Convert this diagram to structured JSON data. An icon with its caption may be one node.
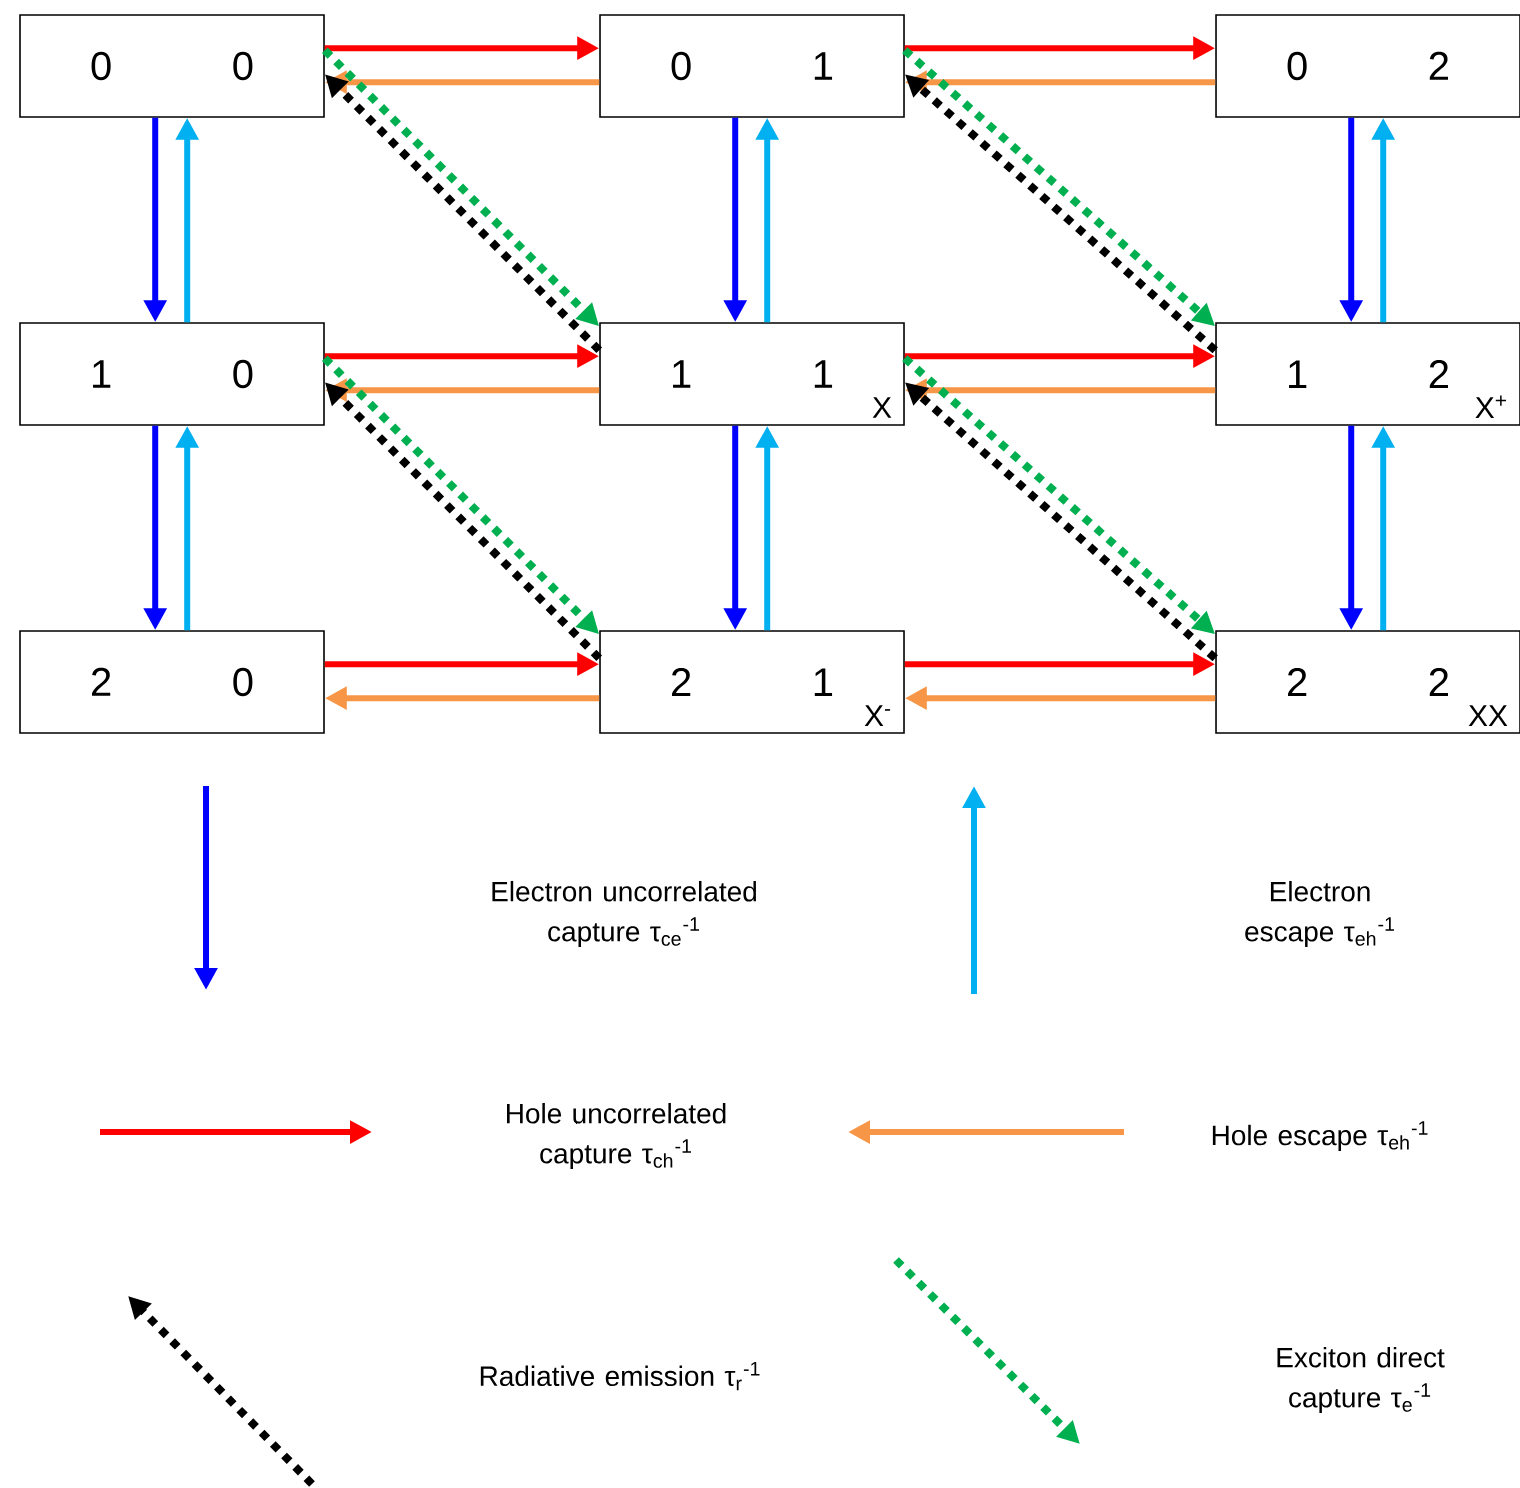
{
  "diagram": {
    "nodes": [
      {
        "text": [
          "0",
          "0"
        ]
      },
      {
        "text": [
          "0",
          "1"
        ]
      },
      {
        "text": [
          "0",
          "2"
        ]
      },
      {
        "text": [
          "1",
          "0"
        ]
      },
      {
        "text": [
          "1",
          "1",
          "X"
        ]
      },
      {
        "text": [
          "1",
          "2",
          "X$^{+}$"
        ]
      },
      {
        "text": [
          "2",
          "0"
        ]
      },
      {
        "text": [
          "2",
          "1",
          "X$^{-}$"
        ]
      },
      {
        "text": [
          "2",
          "2",
          "XX"
        ]
      }
    ],
    "edges": [
      {
        "from": 0,
        "to": 1,
        "arrow": "to",
        "color": "#ff0000"
      },
      {
        "from": 1,
        "to": 0,
        "arrow": "to",
        "color": "#f79646"
      },
      {
        "from": 1,
        "to": 2,
        "arrow": "to",
        "color": "#ff0000"
      },
      {
        "from": 2,
        "to": 1,
        "arrow": "to",
        "color": "#f79646"
      },
      {
        "from": 3,
        "to": 4,
        "arrow": "to",
        "color": "#ff0000"
      },
      {
        "from": 4,
        "to": 3,
        "arrow": "to",
        "color": "#f79646"
      },
      {
        "from": 4,
        "to": 5,
        "arrow": "to",
        "color": "#ff0000"
      },
      {
        "from": 5,
        "to": 4,
        "arrow": "to",
        "color": "#f79646"
      },
      {
        "from": 6,
        "to": 7,
        "arrow": "to",
        "color": "#ff0000"
      },
      {
        "from": 7,
        "to": 6,
        "arrow": "to",
        "color": "#f79646"
      },
      {
        "from": 7,
        "to": 8,
        "arrow": "to",
        "color": "#ff0000"
      },
      {
        "from": 8,
        "to": 7,
        "arrow": "to",
        "color": "#f79646"
      },
      {
        "from": 0,
        "to": 3,
        "arrow": "to",
        "color": "#0000ff"
      },
      {
        "from": 3,
        "to": 0,
        "arrow": "to",
        "color": "#00b0f0"
      },
      {
        "from": 3,
        "to": 6,
        "arrow": "to",
        "color": "#0000ff"
      },
      {
        "from": 6,
        "to": 3,
        "arrow": "to",
        "color": "#00b0f0"
      },
      {
        "from": 1,
        "to": 4,
        "arrow": "to",
        "color": "#0000ff"
      },
      {
        "from": 4,
        "to": 1,
        "arrow": "to",
        "color": "#00b0f0"
      },
      {
        "from": 4,
        "to": 7,
        "arrow": "to",
        "color": "#0000ff"
      },
      {
        "from": 7,
        "to": 4,
        "arrow": "to",
        "color": "#00b0f0"
      },
      {
        "from": 2,
        "to": 5,
        "arrow": "to",
        "color": "#0000ff"
      },
      {
        "from": 5,
        "to": 2,
        "arrow": "to",
        "color": "#00b0f0"
      },
      {
        "from": 5,
        "to": 8,
        "arrow": "to",
        "color": "#0000ff"
      },
      {
        "from": 8,
        "to": 5,
        "arrow": "to",
        "color": "#00b0f0"
      },
      {
        "from": 0,
        "to": 4,
        "arrow": "to",
        "style": "dashed",
        "color": "#00b050"
      },
      {
        "from": 4,
        "to": 0,
        "arrow": "to",
        "style": "dashed",
        "color": "#000000"
      },
      {
        "from": 1,
        "to": 5,
        "arrow": "to",
        "style": "dashed",
        "color": "#00b050"
      },
      {
        "from": 5,
        "to": 1,
        "arrow": "to",
        "style": "dashed",
        "color": "#000000"
      },
      {
        "from": 3,
        "to": 7,
        "arrow": "to",
        "style": "dashed",
        "color": "#00b050"
      },
      {
        "from": 7,
        "to": 3,
        "arrow": "to",
        "style": "dashed",
        "color": "#000000"
      },
      {
        "from": 4,
        "to": 8,
        "arrow": "to",
        "style": "dashed",
        "color": "#00b050"
      },
      {
        "from": 8,
        "to": 4,
        "arrow": "to",
        "style": "dashed",
        "color": "#000000"
      }
    ],
    "legend": [
      {
        "text": "Electron uncorrelated capture τ$_{ce}$$^{-1}$"
      },
      {
        "text": "Electron escape τ$_{eh}$$^{-1}$"
      },
      {
        "text": "Hole uncorrelated capture τ$_{ch}$$^{-1}$"
      },
      {
        "text": "Hole escape τ$_{eh}$$^{-1}$"
      },
      {
        "text": "Radiative emission τ$_{r}$$^{-1}$"
      },
      {
        "text": "Exciton direct capture τ$_{e}$$^{-1}$"
      }
    ]
  }
}
